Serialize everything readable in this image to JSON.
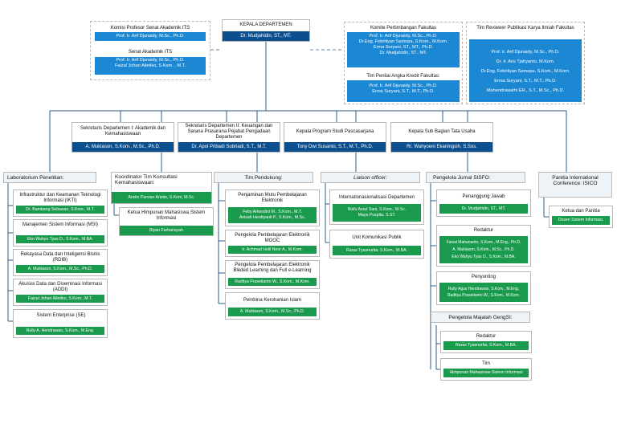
{
  "head": {
    "title": "KEPALA DEPARTEMEN",
    "name": "Dr. Mudjahidin, ST., MT."
  },
  "senat": {
    "komisi_title": "Komisi Profesor Senat Akademik ITS",
    "komisi_members": [
      "Prof. Ir. Arif Djunaidy, M.Sc., Ph.D."
    ],
    "senat_title": "Senat Akademik ITS",
    "senat_members": [
      "Prof. Ir. Arif Djunaidy, M.Sc., Ph.D.",
      "Faizal Johan Atletiko, S.Kom. , M.T."
    ]
  },
  "komite": {
    "title": "Komite Pertimbangan Fakultas",
    "members": [
      "Prof. Ir. Arif Djunaidy, M.Sc., Ph.D.",
      "Dr.Eng. Febriliyan Samopa, S.Kom., M.Kom.",
      "Erma Suryani, ST., MT., Ph.D.",
      "Dr. Mudjahidin, ST., MT."
    ],
    "penilai_title": "Tim Penilai Angka Kredit Fakultas:",
    "penilai_members": [
      "Prof. Ir. Arif Djunaidy, M.Sc., Ph.D.",
      "Erma Suryani, S.T., M.T., Ph.D."
    ]
  },
  "reviewer": {
    "title": "Tim Reviewer Publikasi Karya Ilmiah Fakultas",
    "members": [
      "Prof. Ir. Arif Djunaidy, M.Sc., Ph.D.",
      "Dr. Ir. Aris Tjahyanto, M.Kom.",
      "Dr.Eng. Febriliyan Samopa, S.Kom., M.Kom.",
      "Erma Suryani, S.T., M.T., Ph.D.",
      "Mahendrawathi ER., S.T., M.Sc., Ph.D."
    ]
  },
  "secretaries": [
    {
      "title": "Sekretaris Departemen I: Akademik dan Kemahasiswaan",
      "name": "A. Muklason, S.Kom., M.Sc., Ph.D."
    },
    {
      "title": "Sekretaris Departemen II: Keuangan dan Sarana Prasarana Pejabat Pengadaan Departemen",
      "name": "Dr. Apol Pribadi Subriadi, S.T., M.T."
    },
    {
      "title": "Kepala Program Studi Pascasarjana",
      "name": "Tony Dwi Susanto, S.T., M.T., Ph.D."
    },
    {
      "title": "Kepala Sub Bagian Tata Usaha",
      "name": "Rr. Wahyoeni Ekaningsih, S.Sos."
    }
  ],
  "lab": {
    "title": "Laboratorium Penelitian:",
    "items": [
      {
        "title": "Infrastruktur dan Keamanan Teknologi Informasi (IKTI)",
        "name": "Dr. Bambang Setiawan, S.Kom., M.T."
      },
      {
        "title": "Manajemen Sistem Informasi (MSI)",
        "name": "Eko Wahyu Tyas D., S.Kom., M.BA."
      },
      {
        "title": "Rekayasa Data dan Inteligensi Bisnis (RDIB)",
        "name": "A. Muklason, S.Kom., M.Sc., Ph.D."
      },
      {
        "title": "Akuisisi Data dan Diseminasi Informasi (ADDI)",
        "name": "Faizal Johan Atletiko, S.Kom., M.T."
      },
      {
        "title": "Sistem Enterprise (SE)",
        "name": "Rully A. Hendrawan, S.Kom., M.Eng."
      }
    ]
  },
  "koordinator": {
    "title": "Koordinator Tim Konsultasi Kemahasiswaan:",
    "name": "Andre Parvian Aristio, S.Kom, M.Sc.",
    "himpunan_title": "Ketua Himpunan Mahasiswa Sistem Informasi",
    "himpunan_name": "Biyan Farhansyah"
  },
  "pendukung": {
    "title": "Tim Pendukung:",
    "items": [
      {
        "title": "Penjaminan Mutu Pembelajaran Elektronik",
        "names": [
          "Feby Artwodini M., S.Kom., M.T.",
          "Anisah Herdiyanti P., S.Kom., M.Sc."
        ]
      },
      {
        "title": "Pengelola Pembelajaran Elektronik MOOC",
        "names": [
          "Ir. Achmad Holil Noor A., M.Kom."
        ]
      },
      {
        "title": "Pengelola Pembelajaran Elektronik Bleded Learning dan Full e-Learning",
        "names": [
          "Raditya Prasetianto W., S.Kom., M.Kom."
        ]
      },
      {
        "title": "Pembina Kerohanian Islam",
        "names": [
          "A. Muklason, S.Kom., M.Sc., Ph.D."
        ]
      }
    ]
  },
  "liaison": {
    "title": "Liaison officer:",
    "items": [
      {
        "title": "Internationasionalisasi Departemen",
        "names": [
          "Nisfu Asrul Sani, S.Kom., M.Sc.",
          "Maya Puspita, S.ST."
        ]
      },
      {
        "title": "Unit Komunikasi Publik",
        "names": [
          "Raras Tyasnurita, S.Kom., M.BA."
        ]
      }
    ]
  },
  "jurnal": {
    "title": "Pengelola Jurnal SISFO:",
    "items": [
      {
        "title": "Penanggung Jawab",
        "names": [
          "Dr. Mudjahidin, ST., MT."
        ]
      },
      {
        "title": "Redaktur",
        "names": [
          "Faizal Mahananto, S.Kom., M.Eng., Ph.D.",
          "A. Muklason, S.Kom., M.Sc., Ph.D.",
          "Eko Wahyu Tyas D., S.Kom., M.BA."
        ]
      },
      {
        "title": "Penyunting",
        "names": [
          "Rully Agus Hendrawan, S.Kom., M.Eng.",
          "Raditya Prasetianto W., S.Kom., M.Kom."
        ]
      }
    ],
    "majalah_title": "Pengelola Majalah GengSI:",
    "majalah_items": [
      {
        "title": "Redaktur",
        "names": [
          "Raras Tyasnurita, S.Kom., M.BA."
        ]
      },
      {
        "title": "Tim",
        "names": [
          "Himpunan Mahasiswa Sistem Informasi"
        ]
      }
    ]
  },
  "isico": {
    "title": "Panitia International Conference: ISICO",
    "item_title": "Ketua dan Panitia",
    "item_name": "Dosen Sistem Informasi."
  }
}
